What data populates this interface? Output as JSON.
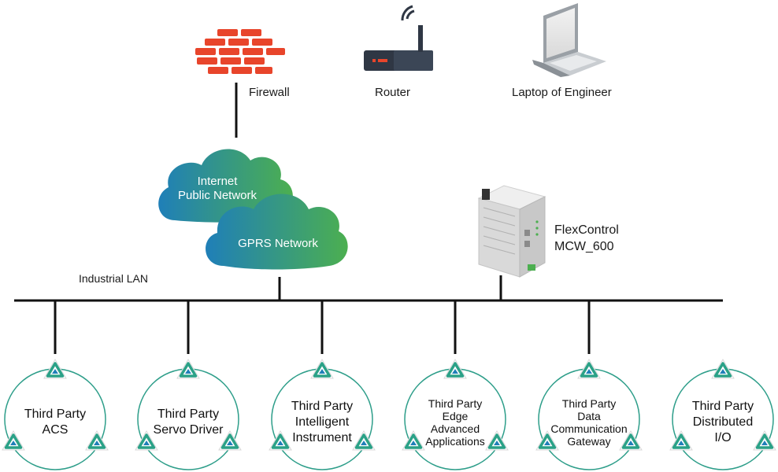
{
  "top_devices": {
    "firewall_label": "Firewall",
    "router_label": "Router",
    "laptop_label": "Laptop of Engineer"
  },
  "clouds": {
    "internet_line1": "Internet",
    "internet_line2": "Public Network",
    "gprs_label": "GPRS Network"
  },
  "controller": {
    "line1": "FlexControl",
    "line2": "MCW_600"
  },
  "lan_label": "Industrial LAN",
  "nodes": [
    {
      "lines": [
        "Third Party",
        "ACS"
      ]
    },
    {
      "lines": [
        "Third Party",
        "Servo Driver"
      ]
    },
    {
      "lines": [
        "Third Party",
        "Intelligent",
        "Instrument"
      ]
    },
    {
      "lines": [
        "Third Party",
        "Edge",
        "Advanced",
        "Applications"
      ]
    },
    {
      "lines": [
        "Third Party",
        "Data",
        "Communication",
        "Gateway"
      ]
    },
    {
      "lines": [
        "Third Party",
        "Distributed",
        "I/O"
      ]
    }
  ],
  "colors": {
    "line": "#111111",
    "firewall": "#e8452b",
    "router": "#2f3744",
    "cloud_start": "#1f7fb8",
    "cloud_end": "#4caf50",
    "node_ring": "#2e9e8a"
  }
}
